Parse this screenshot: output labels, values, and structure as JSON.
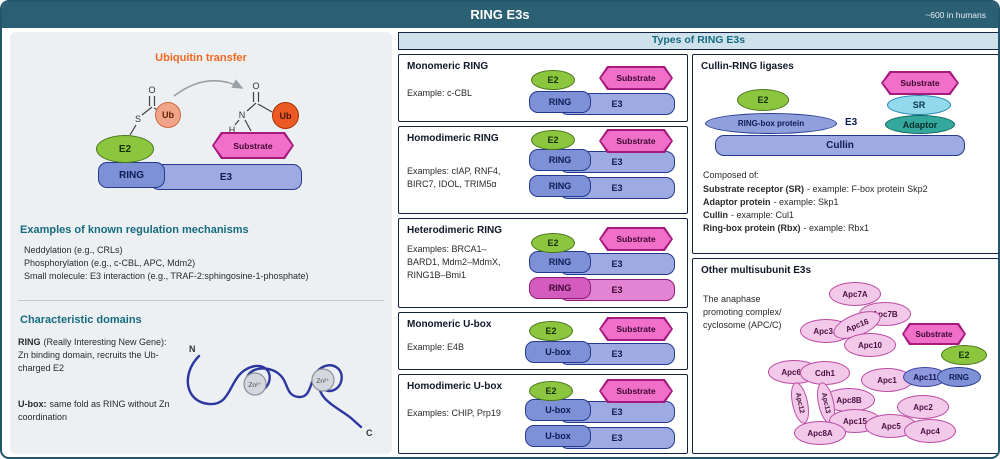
{
  "header": {
    "title": "RING E3s",
    "count_note": "~600 in humans"
  },
  "labels": {
    "e2": "E2",
    "e3": "E3",
    "ring": "RING",
    "ubox": "U-box",
    "substrate": "Substrate",
    "ub": "Ub"
  },
  "left_panel": {
    "transfer_title": "Ubiquitin transfer",
    "chem": {
      "s": "S",
      "o": "O",
      "n": "N",
      "h": "H"
    },
    "regulation": {
      "title": "Examples of known regulation mechanisms",
      "items": [
        "Neddylation (e.g., CRLs)",
        "Phosphorylation (e.g., c-CBL, APC, Mdm2)",
        "Small molecule: E3 interaction (e.g., TRAF-2:sphingosine-1-phosphate)"
      ]
    },
    "domains": {
      "title": "Characteristic domains",
      "ring_term": "RING",
      "ring_def": "(Really Interesting New Gene): Zn binding domain, recruits the Ub-charged E2",
      "ubox_term": "U-box:",
      "ubox_def": "same fold as RING without Zn coordination",
      "zn": "Zn²⁺",
      "n_terminus": "N",
      "c_terminus": "C"
    }
  },
  "types": {
    "header": "Types of RING E3s",
    "sections": [
      {
        "title": "Monomeric RING",
        "examples": "Example: c-CBL"
      },
      {
        "title": "Homodimeric RING",
        "examples": "Examples: cIAP, RNF4, BIRC7, IDOL, TRIM5α"
      },
      {
        "title": "Heterodimeric RING",
        "examples": "Examples: BRCA1–BARD1, Mdm2–MdmX, RING1B–Bmi1"
      },
      {
        "title": "Monomeric U-box",
        "examples": "Example: E4B"
      },
      {
        "title": "Homodimeric U-box",
        "examples": "Examples: CHIP, Prp19"
      }
    ]
  },
  "cullin": {
    "title": "Cullin-RING ligases",
    "sr": "SR",
    "adaptor": "Adaptor",
    "ring_box": "RING-box protein",
    "cullin": "Cullin",
    "e3": "E3",
    "composed_title": "Composed of:",
    "components": [
      {
        "term": "Substrate receptor (SR)",
        "rest": "- example: F-box protein Skp2"
      },
      {
        "term": "Adaptor protein",
        "rest": "- example: Skp1"
      },
      {
        "term": "Cullin",
        "rest": "- example: Cul1"
      },
      {
        "term": "Ring-box protein (Rbx)",
        "rest": "- example: Rbx1"
      }
    ]
  },
  "apc": {
    "title": "Other multisubunit E3s",
    "description": "The anaphase promoting complex/ cyclosome (APC/C)",
    "subunits": [
      "Apc7A",
      "Apc7B",
      "Apc3A",
      "Apc16",
      "Apc10",
      "Apc6A",
      "Cdh1",
      "Apc1",
      "Apc8B",
      "Apc12",
      "Apc13",
      "Apc15",
      "Apc2",
      "Apc5",
      "Apc4",
      "Apc8A"
    ],
    "apc11": "Apc11",
    "ring": "RING"
  }
}
